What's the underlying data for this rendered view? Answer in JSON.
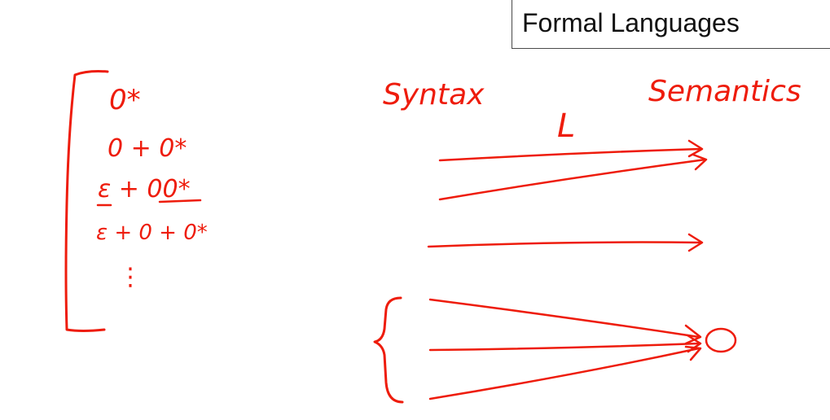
{
  "slide": {
    "title": "Formal Languages"
  },
  "ink_color": "#ee1c0c",
  "handwriting": {
    "expressions": [
      "0*",
      "0 + 0*",
      "ε + 00*",
      "ε + 0 + 0*",
      "⋮"
    ],
    "syntax_label": "Syntax",
    "semantics_label": "Semantics",
    "mapping_label": "L"
  }
}
